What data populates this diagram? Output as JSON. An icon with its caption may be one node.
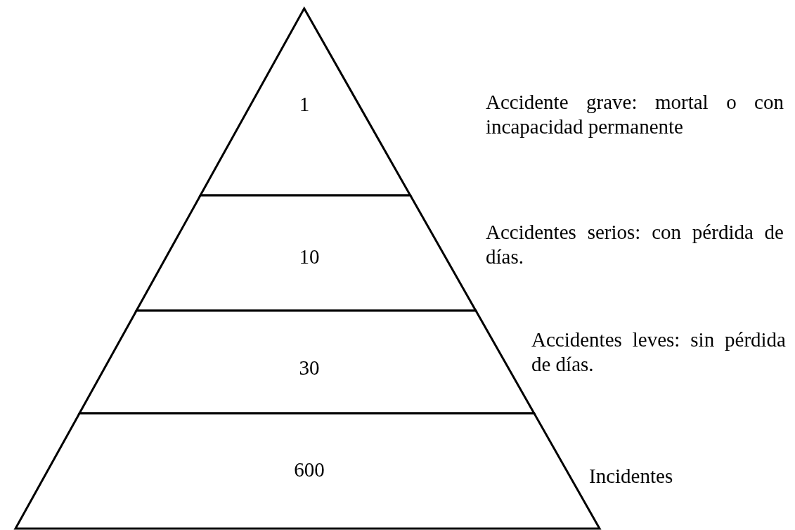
{
  "diagram": {
    "nodes": [
      {
        "text": [
          "1"
        ],
        "beside": [
          "Accidente grave: mortal o con incapacidad permanente"
        ]
      },
      {
        "text": [
          "10"
        ],
        "beside": [
          "Accidentes serios: con pérdida de días."
        ]
      },
      {
        "text": [
          "30"
        ],
        "beside": [
          "Accidentes leves: sin pérdida de días."
        ]
      },
      {
        "text": [
          "600"
        ],
        "beside": [
          "Incidentes"
        ]
      }
    ],
    "edges": []
  }
}
